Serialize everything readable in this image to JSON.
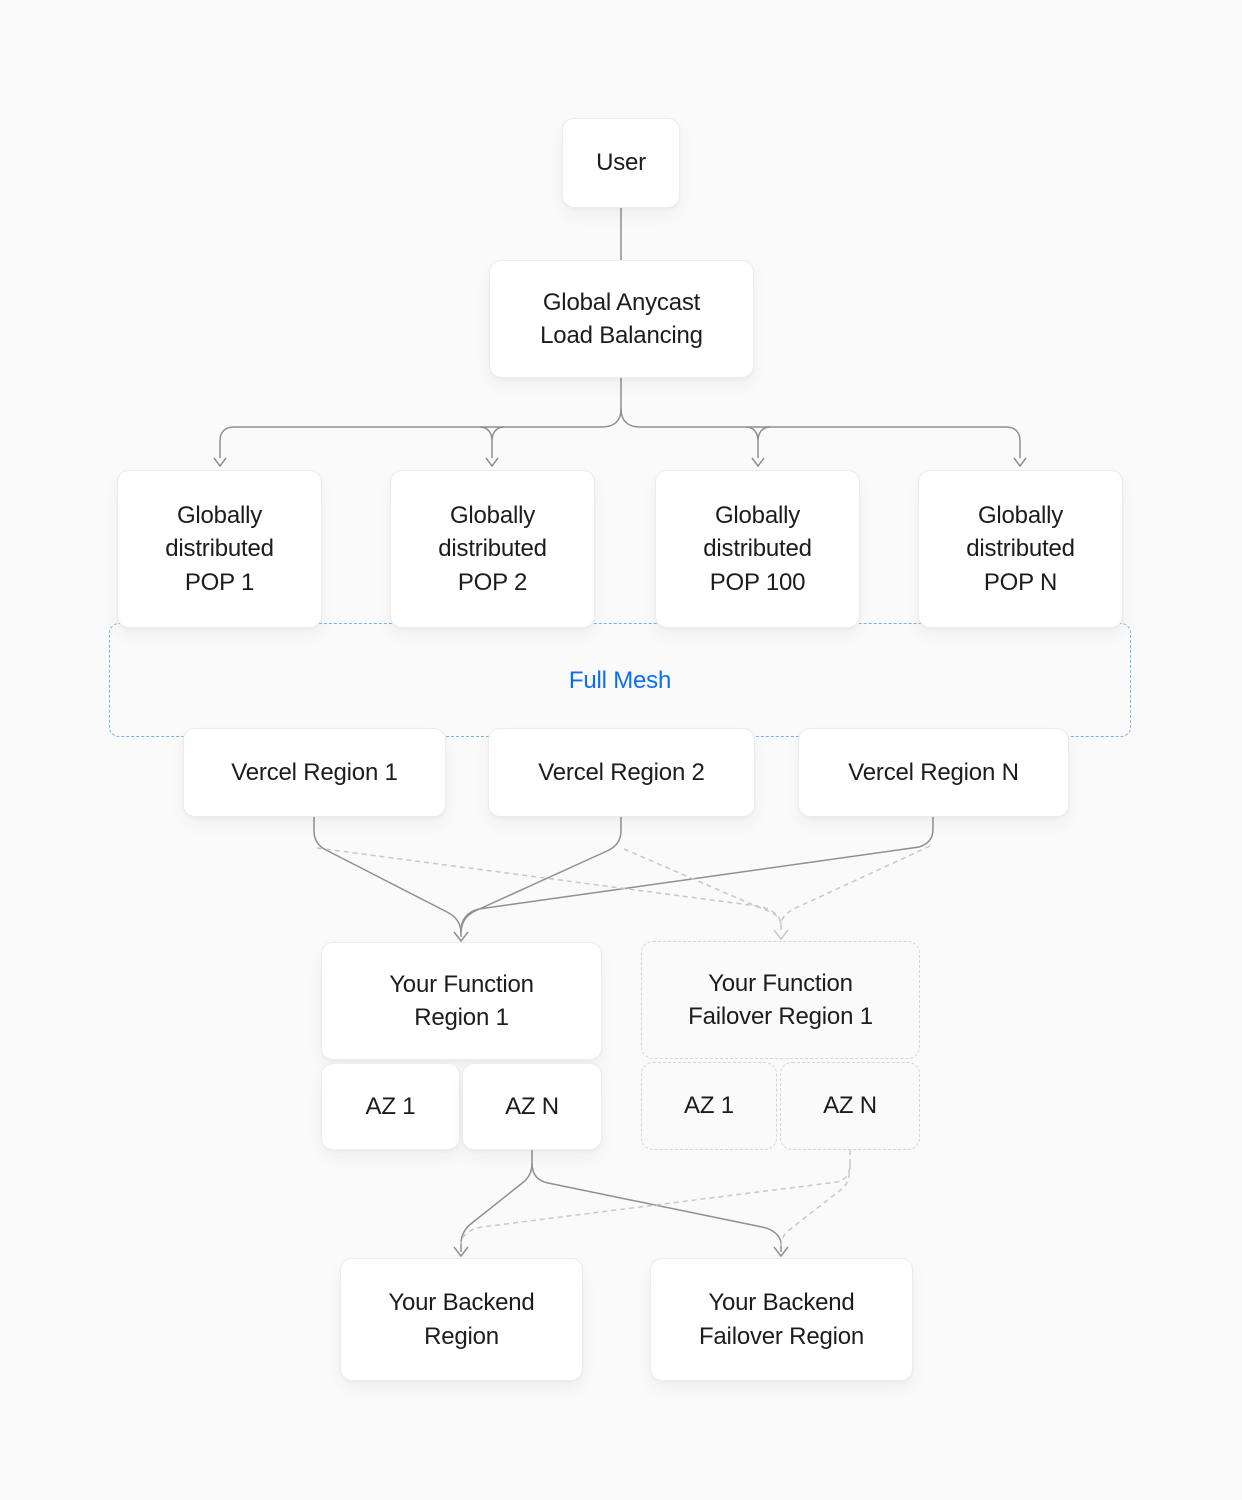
{
  "diagram": {
    "nodes": {
      "user": "User",
      "load_balancer": "Global Anycast\nLoad Balancing",
      "pop_1": "Globally\ndistributed\nPOP 1",
      "pop_2": "Globally\ndistributed\nPOP 2",
      "pop_100": "Globally\ndistributed\nPOP 100",
      "pop_n": "Globally\ndistributed\nPOP N",
      "full_mesh": "Full Mesh",
      "vercel_region_1": "Vercel Region 1",
      "vercel_region_2": "Vercel Region 2",
      "vercel_region_n": "Vercel Region N",
      "function_region": "Your Function\nRegion 1",
      "function_failover_region": "Your Function\nFailover Region 1",
      "function_az_1": "AZ 1",
      "function_az_n": "AZ N",
      "failover_az_1": "AZ 1",
      "failover_az_n": "AZ N",
      "backend_region": "Your Backend\nRegion",
      "backend_failover_region": "Your Backend\nFailover Region"
    },
    "colors": {
      "background": "#fafafa",
      "box_fill": "#ffffff",
      "box_border": "#ececec",
      "dashed_box_border": "#d5d5d5",
      "solid_line": "#8f8f8f",
      "dashed_line": "#c8c8c8",
      "mesh_border": "#79b0f5",
      "mesh_text": "#0d6ef5",
      "text": "#1c1c1c"
    }
  }
}
